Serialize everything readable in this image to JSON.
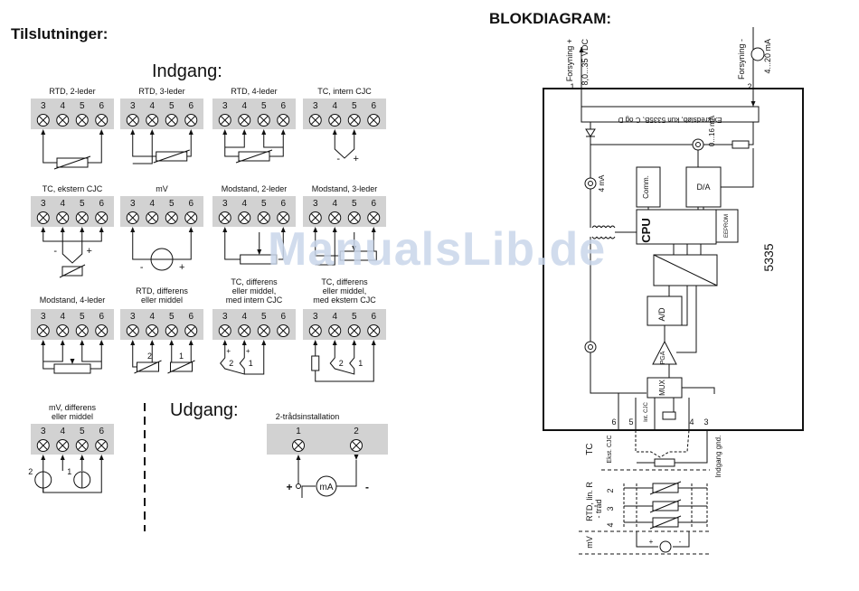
{
  "page": {
    "title_left": "Tilslutninger:",
    "title_right": "BLOKDIAGRAM:",
    "section_input": "Indgang:",
    "section_output": "Udgang:",
    "watermark": "ManualsLib.de"
  },
  "terminal_numbers": [
    "3",
    "4",
    "5",
    "6"
  ],
  "connections": [
    {
      "label": "RTD, 2-leder"
    },
    {
      "label": "RTD, 3-leder"
    },
    {
      "label": "RTD, 4-leder"
    },
    {
      "label": "TC, intern CJC"
    },
    {
      "label": "TC, ekstern CJC"
    },
    {
      "label": "mV"
    },
    {
      "label": "Modstand, 2-leder"
    },
    {
      "label": "Modstand, 3-leder"
    },
    {
      "label": "Modstand, 4-leder"
    },
    {
      "label": "RTD, differens eller middel"
    },
    {
      "label": "TC, differens eller middel, med intern CJC"
    },
    {
      "label": "TC, differens eller middel, med ekstern CJC"
    },
    {
      "label": "mV, differens eller middel"
    }
  ],
  "output": {
    "label": "2-trådsinstallation",
    "terminals": [
      "1",
      "2"
    ],
    "plus": "+",
    "minus": "-",
    "meter": "mA"
  },
  "block": {
    "supply_plus": "Forsyning +",
    "supply_voltage": "8,0...35 VDC",
    "supply_minus": "Forsyning -",
    "current_range": "4...20 mA",
    "ex_barrier": "Ex-kredsløb, kun 5335B, C og D",
    "current_sink": "0...16 mA",
    "supply_current": "4 mA",
    "comm": "Comm.",
    "da": "D/A",
    "cpu": "CPU",
    "eeprom": "EEPROM",
    "ad": "A/D",
    "pga": "PGA",
    "mux": "MUX",
    "int_cjc": "Int. CJC",
    "model": "5335",
    "pin1": "1",
    "pin2": "2",
    "pin3": "3",
    "pin4": "4",
    "pin5": "5",
    "pin6": "6",
    "tc": "TC",
    "ext_cjc": "Ekst. CJC",
    "input_gnd": "Indgang gnd.",
    "rtd": "RTD, lin. R",
    "wire": "- tråd",
    "n2": "2",
    "n3": "3",
    "n4": "4",
    "mv": "mV",
    "plus": "+",
    "minus": "-"
  }
}
